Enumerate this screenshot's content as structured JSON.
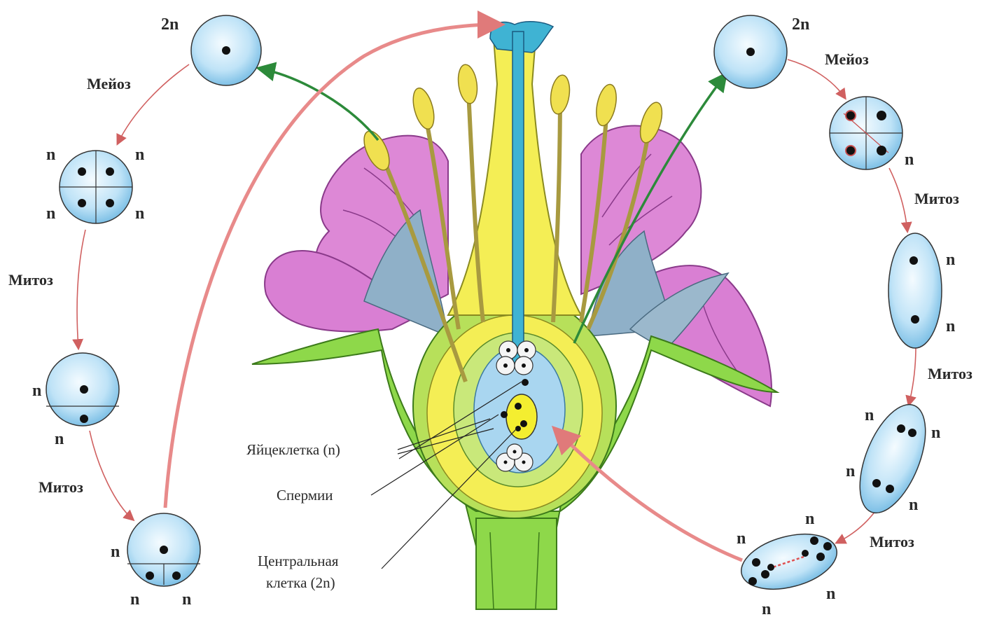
{
  "left_cycle": {
    "top_cell_ploidy": "2n",
    "step1": "Мейоз",
    "step2": "Митоз",
    "step3": "Митоз",
    "tetrad_labels": [
      "n",
      "n",
      "n",
      "n"
    ],
    "cell3_labels": [
      "n",
      "n"
    ],
    "cell4_labels": [
      "n",
      "n",
      "n"
    ]
  },
  "right_cycle": {
    "top_cell_ploidy": "2n",
    "step1": "Мейоз",
    "step2": "Митоз",
    "step3": "Митоз",
    "step4": "Митоз",
    "tetrad_label": "n",
    "oval2_labels": [
      "n",
      "n"
    ],
    "oval4_labels": [
      "n",
      "n",
      "n",
      "n"
    ],
    "oval8_labels": [
      "n",
      "n",
      "n",
      "n"
    ]
  },
  "flower": {
    "egg_cell": "Яйцеклетка (n)",
    "sperm": "Спермии",
    "central_cell_line1": "Центральная",
    "central_cell_line2": "клетка (2n)"
  },
  "colors": {
    "cell_fill": "#a9d6f0",
    "petal": "#dd88d6",
    "sepal_green": "#8ed84a",
    "pistil_yellow": "#f4ee55",
    "pollen_tube": "#3fb3d3",
    "arrow_green": "#2c8a3a",
    "arrow_red": "#e88a8a"
  }
}
